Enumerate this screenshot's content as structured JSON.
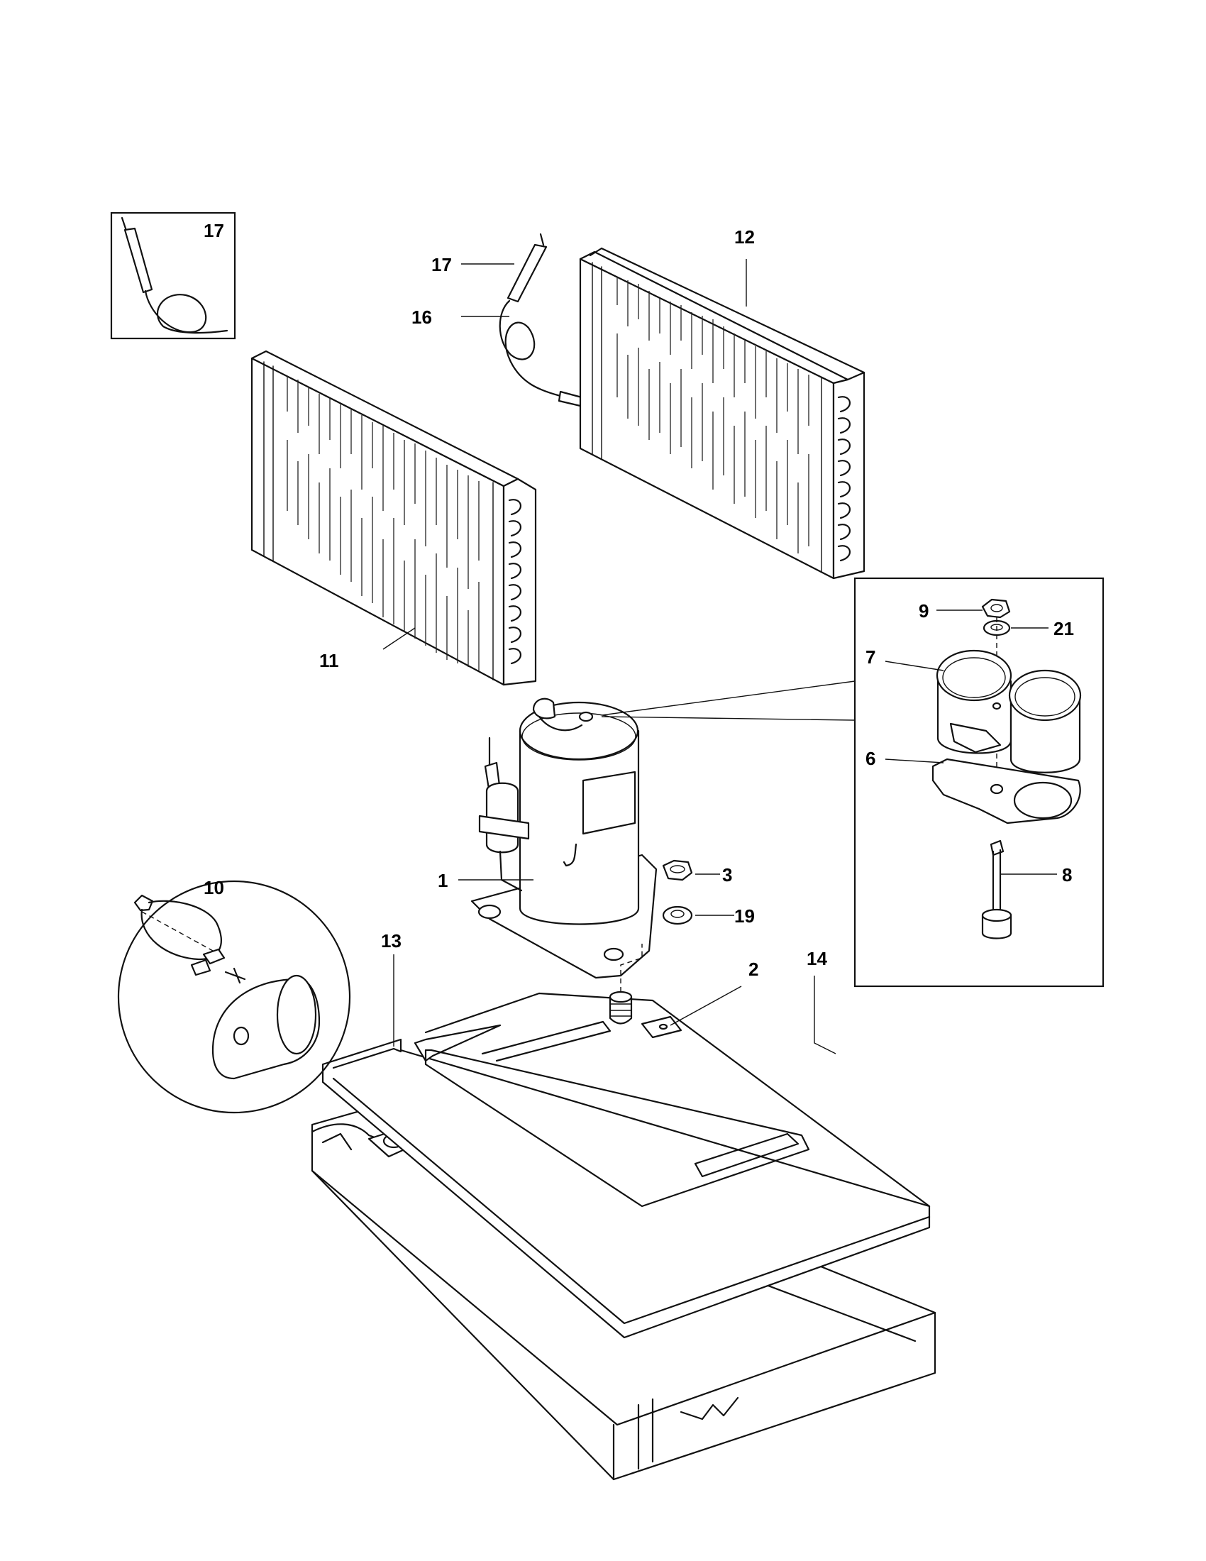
{
  "labels": {
    "p1": "1",
    "p2": "2",
    "p3": "3",
    "p6": "6",
    "p7": "7",
    "p8": "8",
    "p9": "9",
    "p10": "10",
    "p11": "11",
    "p12": "12",
    "p13": "13",
    "p14": "14",
    "p16": "16",
    "p17_inset": "17",
    "p17": "17",
    "p19": "19",
    "p21": "21"
  }
}
